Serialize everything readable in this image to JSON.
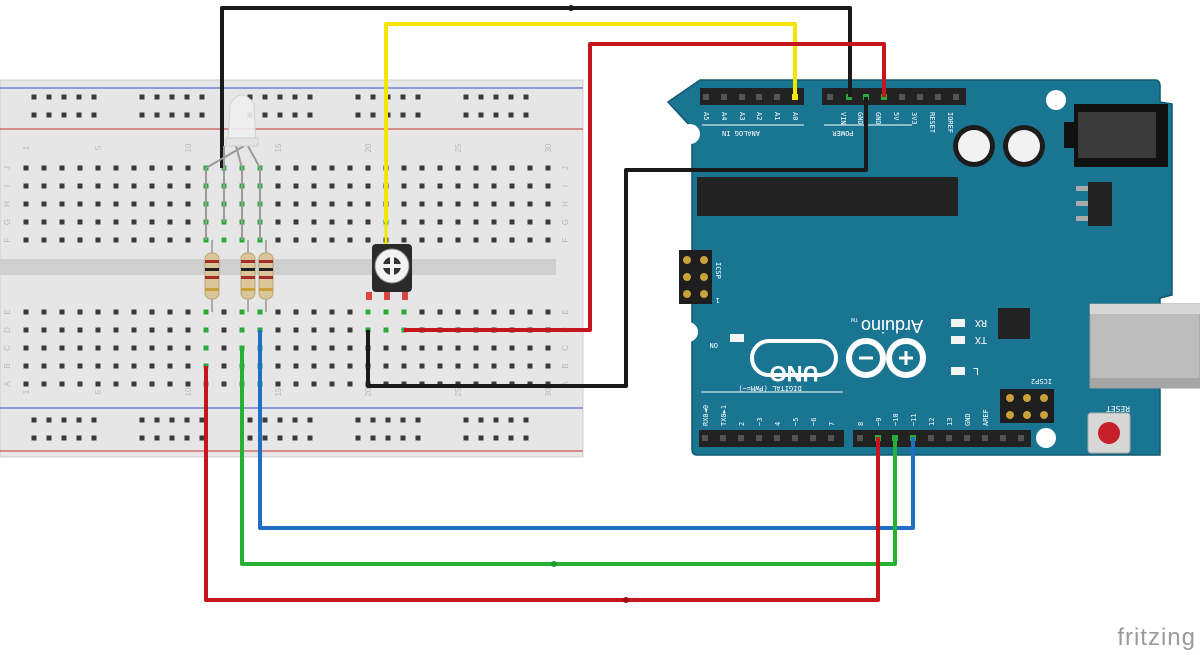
{
  "breadboard": {
    "column_numbers": [
      "1",
      "5",
      "10",
      "15",
      "20",
      "25",
      "30"
    ],
    "row_letters_top": [
      "J",
      "I",
      "H",
      "G",
      "F"
    ],
    "row_letters_bottom": [
      "E",
      "D",
      "C",
      "B",
      "A"
    ]
  },
  "arduino": {
    "analog_header_label": "ANALOG IN",
    "analog_pins": [
      "A5",
      "A4",
      "A3",
      "A2",
      "A1",
      "A0"
    ],
    "power_header_label": "POWER",
    "power_pins": [
      "VIN",
      "GND",
      "GND",
      "5V",
      "3V3",
      "RESET",
      "IOREF"
    ],
    "digital_header_label": "DIGITAL (PWM=~)",
    "digital_pins_low": [
      "RX0◄0",
      "TX0►1",
      "2",
      "~3",
      "4",
      "~5",
      "~6",
      "7"
    ],
    "digital_pins_high": [
      "8",
      "~9",
      "~10",
      "~11",
      "12",
      "13",
      "GND",
      "AREF"
    ],
    "icsp_label": "ICSP",
    "icsp2_label": "ICSP2",
    "reset_label": "RESET",
    "on_label": "ON",
    "rx_label": "RX",
    "tx_label": "TX",
    "l_label": "L",
    "uno_label": "UNO",
    "brand_label": "Arduino",
    "tm_label": "TM",
    "icsp_pin1": "1"
  },
  "watermark": "fritzing",
  "wire_colors": {
    "black": "#1a1a1a",
    "red": "#c4161c",
    "yellow": "#f2e500",
    "green": "#26b134",
    "blue": "#1f6fc4"
  },
  "board_color": "#1a7593"
}
